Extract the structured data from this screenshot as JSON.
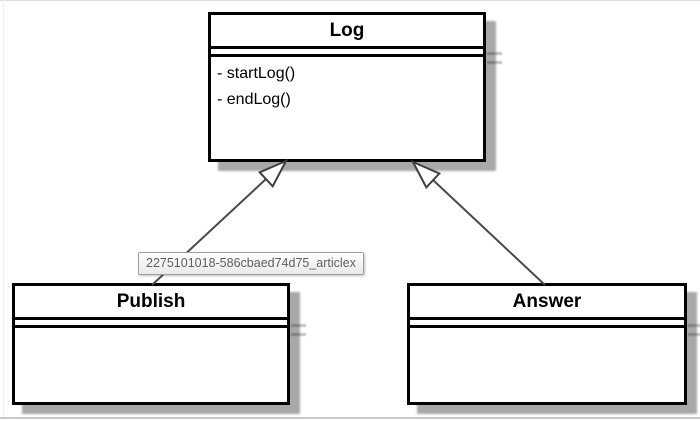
{
  "page": {
    "background": "#ffffff",
    "top_border_color": "#dcdcdc",
    "bottom_border_color": "#c9c9c9"
  },
  "diagram": {
    "type": "uml-class-diagram",
    "colors": {
      "box_border": "#000000",
      "box_fill": "#ffffff",
      "shadow": "rgba(0,0,0,0.34)",
      "connector_line": "#4a4a4a",
      "arrowhead_fill": "#ffffff"
    },
    "classes": [
      {
        "id": "log",
        "name": "Log",
        "attributes": [],
        "methods": [
          "- startLog()",
          "- endLog()"
        ]
      },
      {
        "id": "publish",
        "name": "Publish",
        "attributes": [],
        "methods": []
      },
      {
        "id": "answer",
        "name": "Answer",
        "attributes": [],
        "methods": []
      }
    ],
    "relations": [
      {
        "from": "Publish",
        "to": "Log",
        "type": "generalization"
      },
      {
        "from": "Answer",
        "to": "Log",
        "type": "generalization"
      }
    ]
  },
  "tooltip": {
    "text": "2275101018-586cbaed74d75_articlex",
    "text_color": "#5e5e5e",
    "border_color": "#9e9e9e"
  }
}
